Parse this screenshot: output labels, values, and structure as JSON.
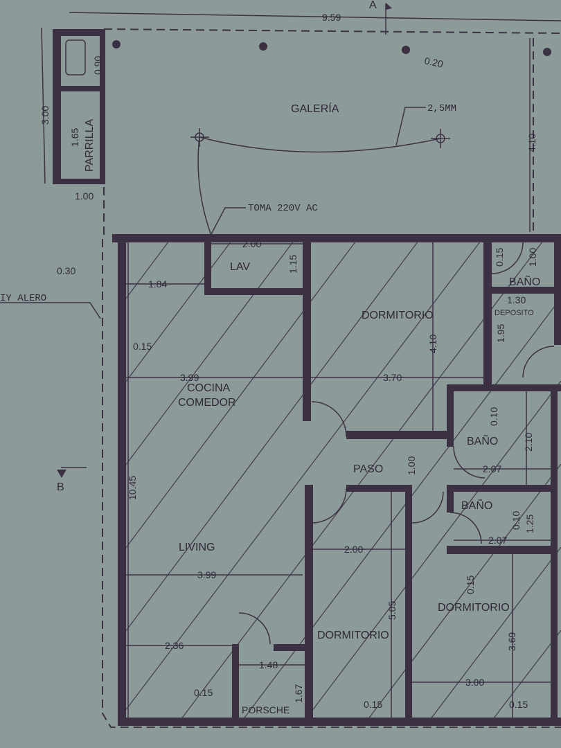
{
  "rooms": {
    "galeria": "GALERÍA",
    "parrilla": "PARRILLA",
    "lav": "LAV",
    "dormitorio_1": "DORMITORIO",
    "bano_1": "BAÑO",
    "deposito": "DEPOSITO",
    "cocina": "COCINA",
    "comedor": "COMEDOR",
    "bano_2": "BAÑO",
    "paso": "PASO",
    "bano_3": "BAÑO",
    "living": "LIVING",
    "dormitorio_2": "DORMITORIO",
    "dormitorio_3": "DORMITORIO",
    "porsche": "PORSCHE"
  },
  "notes": {
    "toma": "TOMA 220V AC",
    "cable": "2,5MM",
    "alero": "IY ALERO",
    "section_a": "A",
    "section_b": "B"
  },
  "dimensions": {
    "total_width": "9.59",
    "column": "0.20",
    "galeria_height": "3.00",
    "sink": "0.90",
    "parrilla": "1.65",
    "galeria_right": "4.10",
    "offset": "1.00",
    "alero": "0.30",
    "lav_width": "2.00",
    "lav_height": "1.15",
    "cocina_top": "1.84",
    "dorm1_height": "4.10",
    "dorm1_width": "3.70",
    "bano1_wall": "0.15",
    "bano1_height": "1.00",
    "deposito_width": "1.30",
    "deposito_height": "1.95",
    "wall_left": "0.15",
    "cocina_width": "3.99",
    "bano2_wall": "0.10",
    "bano2_height": "2.10",
    "paso_width": "1.00",
    "bano2_width": "2.07",
    "bano3_wall": "0.10",
    "bano3_height": "1.25",
    "bano3_width": "2.07",
    "total_height": "10.45",
    "living_width": "3.99",
    "dorm2_width": "2.00",
    "dorm3_wall": "0.15",
    "dorm2_height": "5.05",
    "dorm3_height": "3.69",
    "dorm3_width": "3.00",
    "living_bottom": "2.36",
    "porsche_width": "1.48",
    "porsche_height": "1.67",
    "wall_bottom_left": "0.15",
    "wall_bottom_mid": "0.15",
    "wall_bottom_right": "0.15"
  }
}
